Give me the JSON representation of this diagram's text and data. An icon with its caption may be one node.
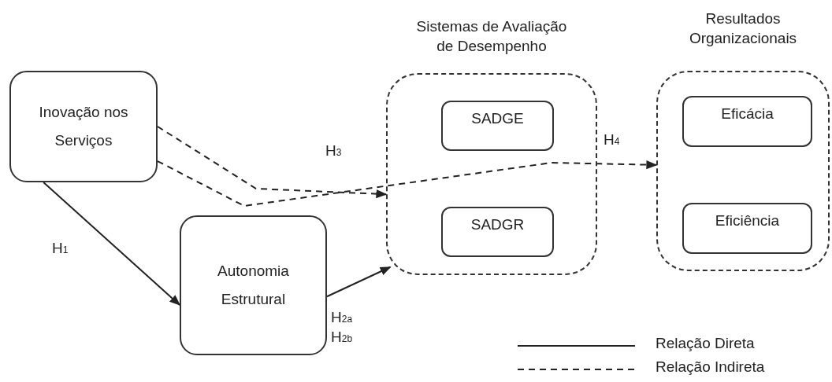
{
  "diagram": {
    "nodes": [
      {
        "text": [
          "Inovação nos Serviços"
        ]
      },
      {
        "text": [
          "Autonomia Estrutural"
        ]
      },
      {
        "text": [
          "Sistemas de Avaliação de Desempenho"
        ]
      },
      {
        "text": [
          "SADGE"
        ],
        "in": 2
      },
      {
        "text": [
          "SADGR"
        ],
        "in": 2
      },
      {
        "text": [
          "Resultados Organizacionais"
        ]
      },
      {
        "text": [
          "Eficácia"
        ],
        "in": 5
      },
      {
        "text": [
          "Eficiência"
        ],
        "in": 5
      }
    ],
    "edges": [
      {
        "from": 0,
        "to": 1,
        "arrow": "to",
        "label": "H$_{1}$"
      },
      {
        "from": 1,
        "to": 2,
        "arrow": "to",
        "label": "H$_{2a}$ H$_{2b}$"
      },
      {
        "from": 0,
        "to": 2,
        "arrow": "to",
        "label": "H$_{3}$",
        "style": "dashed"
      },
      {
        "from": 0,
        "to": 5,
        "arrow": "to",
        "label": "H$_{4}$",
        "style": "dashed"
      }
    ],
    "legend": [
      {
        "text": "Relação Direta"
      },
      {
        "text": "Relação Indireta"
      }
    ]
  }
}
